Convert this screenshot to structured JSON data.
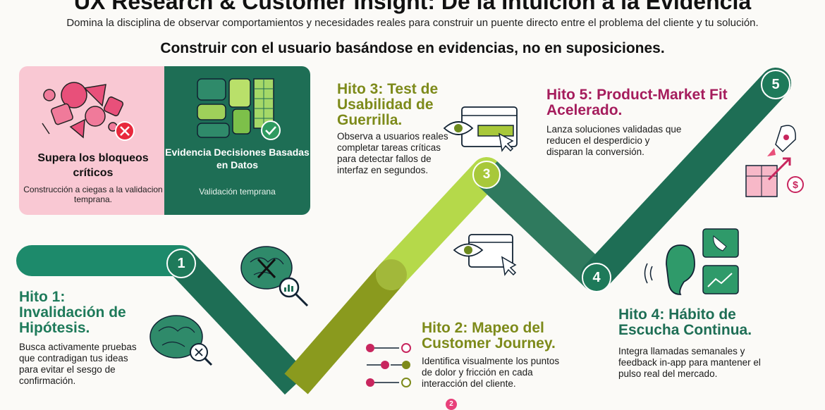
{
  "header": {
    "title": "UX Research & Customer Insight: De la Intuición a la Evidencia",
    "subtitle": "Domina la disciplina de observar comportamientos y necesidades reales para construir un puente directo entre el problema del cliente y tu solución.",
    "tagline": "Construir con el usuario basándose en evidencias, no en suposiciones."
  },
  "panels": {
    "left": {
      "title": "Supera los bloqueos críticos",
      "subtitle": "Construcción a ciegas a la validacion temprana."
    },
    "right": {
      "title": "Evidencia Decisiones Basadas en Datos",
      "subtitle": "Validación temprana"
    }
  },
  "milestones": [
    {
      "number": "1",
      "title": "Hito 1: Invalidación de Hipótesis.",
      "description": "Busca activamente pruebas que contradigan tus ideas para evitar el sesgo de confirmación."
    },
    {
      "number": "2",
      "title": "Hito 2: Mapeo del Customer Journey.",
      "description": "Identifica visualmente los puntos de dolor y fricción en cada interacción del cliente."
    },
    {
      "number": "3",
      "title": "Hito 3: Test de Usabilidad de Guerrilla.",
      "description": "Observa a usuarios reales completar tareas críticas para detectar fallos de interfaz en segundos."
    },
    {
      "number": "4",
      "title": "Hito 4: Hábito de Escucha Continua.",
      "description": "Integra llamadas semanales y feedback in-app para mantener el pulso real del mercado."
    },
    {
      "number": "5",
      "title": "Hito 5: Product-Market Fit Acelerado.",
      "description": "Lanza soluciones validadas que reducen el desperdicio y disparan la conversión."
    }
  ],
  "colors": {
    "dark_green": "#1e6e55",
    "teal_green": "#1d8a6b",
    "olive": "#8a9a1e",
    "lime": "#b5d94a",
    "magenta": "#a51c5c",
    "pink": "#f9c8d3"
  }
}
